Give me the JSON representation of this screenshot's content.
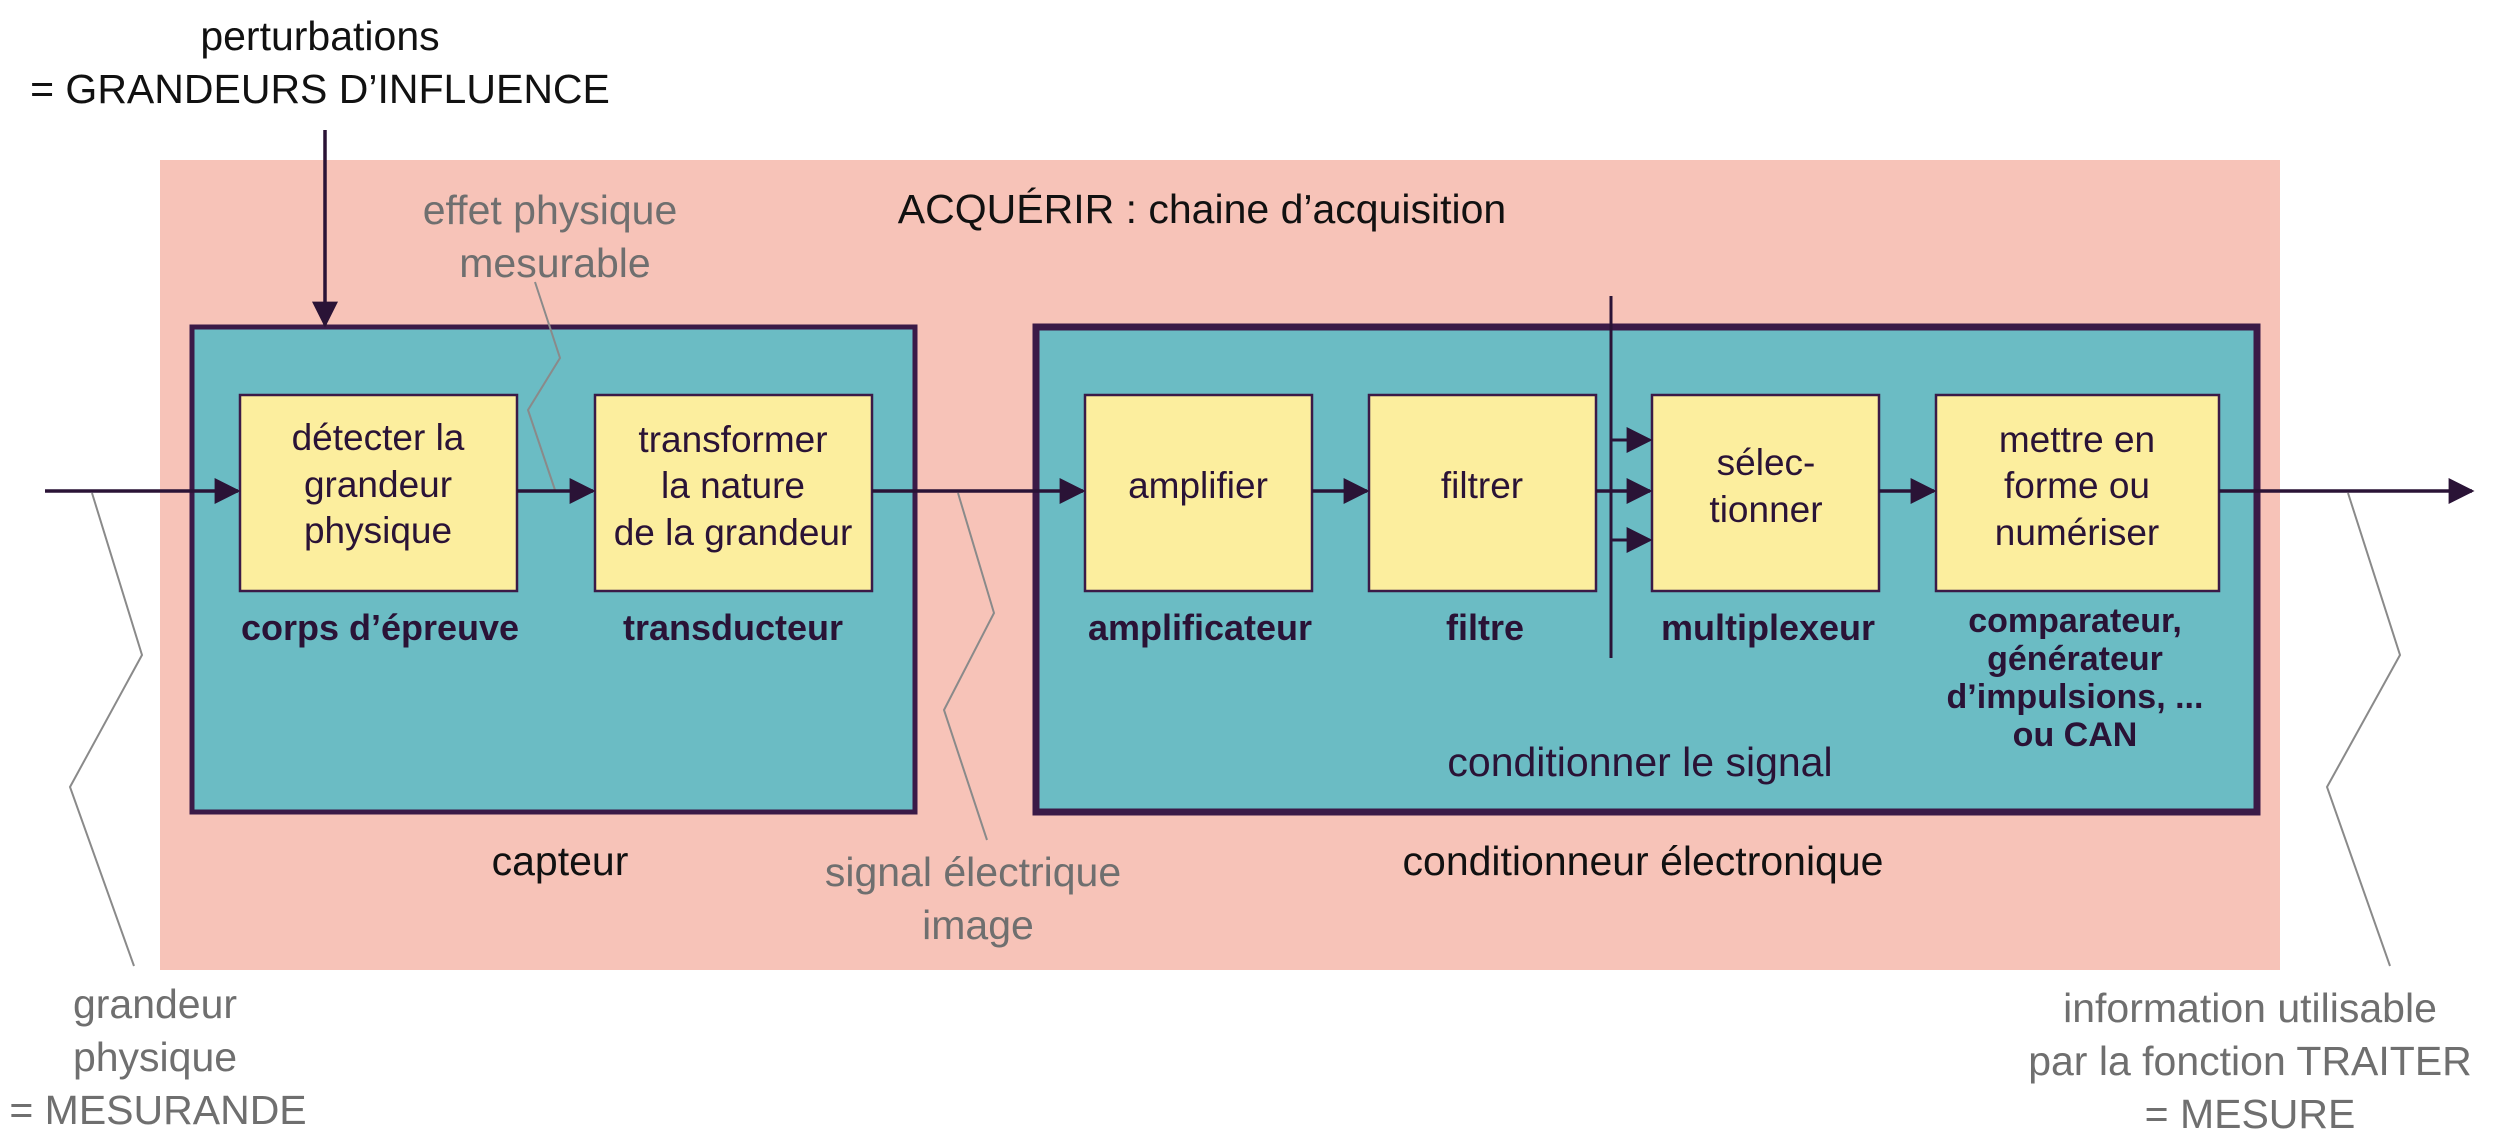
{
  "colors": {
    "acquisition_bg": "#f7c3b8",
    "block_bg": "#6bbcc4",
    "block_border": "#3b1a47",
    "function_box": "#fcee9e",
    "function_border": "#3b1a47",
    "arrow": "#2a1336",
    "gray_text": "#6f6f6f"
  },
  "influence": {
    "line1": "perturbations",
    "line2": "= GRANDEURS D’INFLUENCE"
  },
  "acquisition": {
    "title": "ACQUÉRIR : chaine d’acquisition"
  },
  "effect": {
    "line1": "effet physique",
    "line2": "mesurable"
  },
  "sensor": {
    "label": "capteur",
    "detect": {
      "line1": "détecter la",
      "line2": "grandeur",
      "line3": "physique",
      "component": "corps d’épreuve"
    },
    "transform": {
      "line1": "transformer",
      "line2": "la nature",
      "line3": "de la grandeur",
      "component": "transducteur"
    }
  },
  "signal": {
    "line1": "signal électrique",
    "line2": "image"
  },
  "conditioner": {
    "label": "conditionneur électronique",
    "caption": "conditionner le signal",
    "amplify": {
      "line1": "amplifier",
      "component": "amplificateur"
    },
    "filter": {
      "line1": "filtrer",
      "component": "filtre"
    },
    "select": {
      "line1": "sélec-",
      "line2": "tionner",
      "component": "multiplexeur"
    },
    "shape": {
      "line1": "mettre en",
      "line2": "forme ou",
      "line3": "numériser",
      "component1": "comparateur,",
      "component2": "générateur",
      "component3": "d’impulsions, ...",
      "component4": "ou CAN"
    }
  },
  "input": {
    "line1": "grandeur",
    "line2": "physique",
    "line3": "= MESURANDE"
  },
  "output": {
    "line1": "information utilisable",
    "line2": "par la fonction TRAITER",
    "line3": "= MESURE"
  }
}
